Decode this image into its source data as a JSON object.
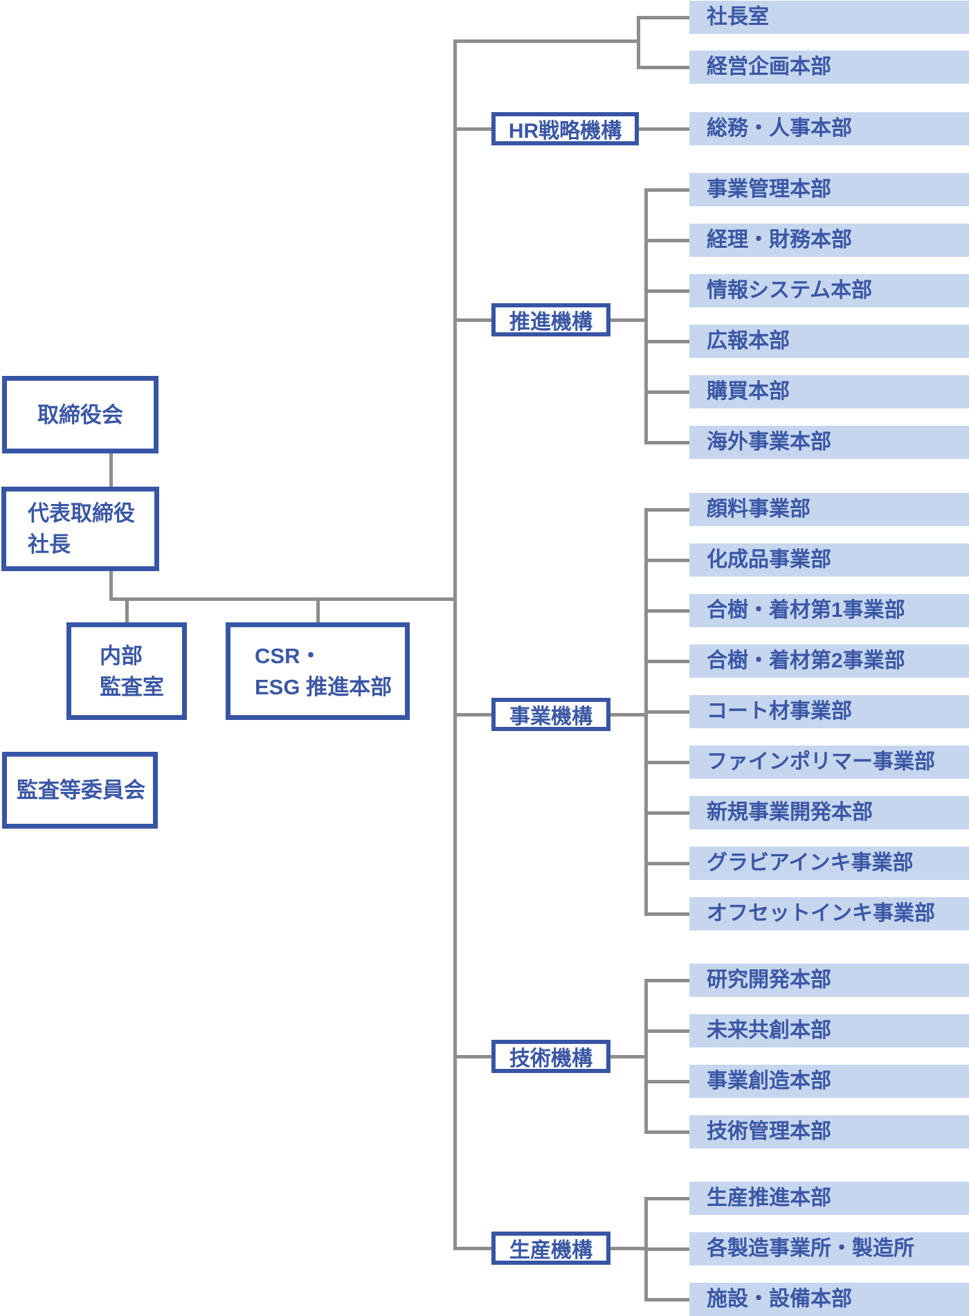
{
  "palette": {
    "box_border_blue": "#3655a5",
    "text_blue": "#3a57a5",
    "bar_fill": "#c6d6ee",
    "connector_gray": "#8d8d8d",
    "background": "#ffffff"
  },
  "left_column": {
    "board": {
      "label": "取締役会"
    },
    "president": {
      "lines": [
        "代表取締役",
        "社長"
      ]
    },
    "internal_audit": {
      "lines": [
        "内部",
        "監査室"
      ]
    },
    "csr_esg": {
      "lines": [
        "CSR・",
        "ESG 推進本部"
      ]
    },
    "audit_committee": {
      "label": "監査等委員会"
    }
  },
  "right_column": {
    "direct_units": [
      "社長室",
      "経営企画本部"
    ],
    "groups": [
      {
        "name": "HR戦略機構",
        "children": [
          "総務・人事本部"
        ]
      },
      {
        "name": "推進機構",
        "children": [
          "事業管理本部",
          "経理・財務本部",
          "情報システム本部",
          "広報本部",
          "購買本部",
          "海外事業本部"
        ]
      },
      {
        "name": "事業機構",
        "children": [
          "顔料事業部",
          "化成品事業部",
          "合樹・着材第1事業部",
          "合樹・着材第2事業部",
          "コート材事業部",
          "ファインポリマー事業部",
          "新規事業開発本部",
          "グラビアインキ事業部",
          "オフセットインキ事業部"
        ]
      },
      {
        "name": "技術機構",
        "children": [
          "研究開発本部",
          "未来共創本部",
          "事業創造本部",
          "技術管理本部"
        ]
      },
      {
        "name": "生産機構",
        "children": [
          "生産推進本部",
          "各製造事業所・製造所",
          "施設・設備本部"
        ]
      }
    ]
  }
}
